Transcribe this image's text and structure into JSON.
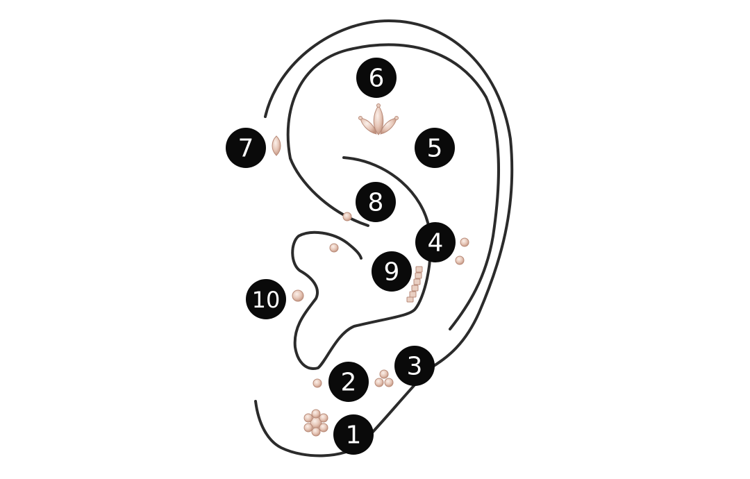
{
  "diagram": {
    "colors": {
      "outline": "#2b2b2b",
      "marker_fill": "#0a0a0a",
      "marker_text": "#ffffff",
      "jewel_light": "#f3e1d8",
      "jewel_dark": "#c99a86"
    },
    "markers": [
      {
        "id": "1",
        "label": "1"
      },
      {
        "id": "2",
        "label": "2"
      },
      {
        "id": "3",
        "label": "3"
      },
      {
        "id": "4",
        "label": "4"
      },
      {
        "id": "5",
        "label": "5"
      },
      {
        "id": "6",
        "label": "6"
      },
      {
        "id": "7",
        "label": "7"
      },
      {
        "id": "8",
        "label": "8"
      },
      {
        "id": "9",
        "label": "9"
      },
      {
        "id": "10",
        "label": "10"
      }
    ]
  }
}
